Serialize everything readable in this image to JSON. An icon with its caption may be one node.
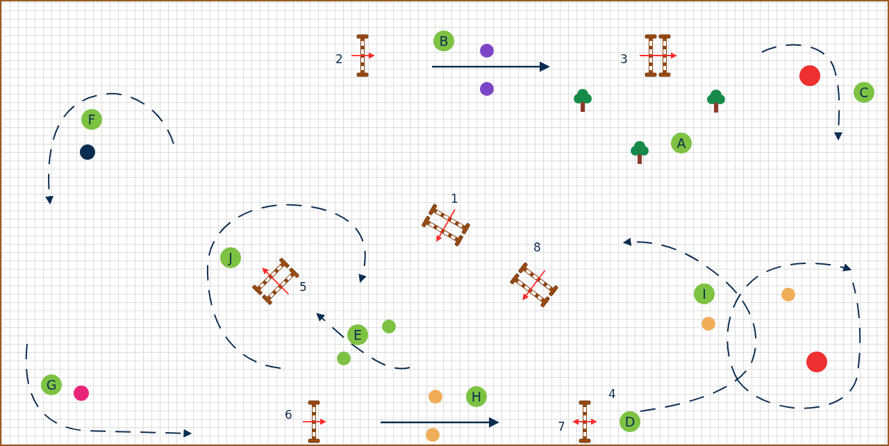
{
  "diagram": {
    "nodes": [
      {
        "text": [
          "B"
        ]
      },
      {
        "text": [],
        "shape": "picture",
        "beside": [
          "2"
        ]
      },
      {
        "text": [],
        "shape": "picture",
        "beside": [
          "3"
        ]
      },
      {
        "text": [
          "C"
        ]
      },
      {
        "text": [
          "F"
        ]
      },
      {
        "text": [
          "A"
        ]
      },
      {
        "text": [],
        "shape": "picture",
        "beside": [
          "1"
        ]
      },
      {
        "text": [
          "J"
        ]
      },
      {
        "text": [],
        "shape": "picture",
        "beside": [
          "5"
        ]
      },
      {
        "text": [],
        "shape": "picture",
        "beside": [
          "8"
        ]
      },
      {
        "text": [
          "I"
        ]
      },
      {
        "text": [
          "E"
        ]
      },
      {
        "text": [
          "G"
        ]
      },
      {
        "text": [
          "H"
        ]
      },
      {
        "text": [],
        "shape": "picture",
        "beside": [
          "6"
        ]
      },
      {
        "text": [],
        "shape": "picture",
        "beside": [
          "4",
          "7"
        ]
      },
      {
        "text": [
          "D"
        ]
      }
    ]
  }
}
